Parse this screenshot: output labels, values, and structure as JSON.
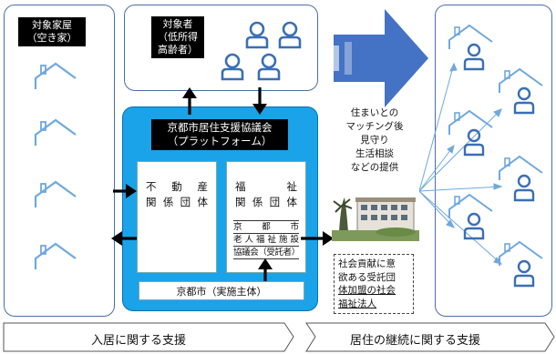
{
  "left_panel": {
    "title_line1": "対象家屋",
    "title_line2": "（空き家）"
  },
  "target_panel": {
    "title_line1": "対象者",
    "title_line2": "（低所得",
    "title_line3": "高齢者）"
  },
  "council": {
    "title_line1": "京都市居住支援協議会",
    "title_line2": "（プラットフォーム）"
  },
  "real_estate": {
    "line1": "不　動　産",
    "line2": "関 係 団 体"
  },
  "welfare": {
    "line1": "福　　　祉",
    "line2": "関 係 団 体"
  },
  "elderly_council": {
    "line1": "京　都　市",
    "line2": "老人福祉施設",
    "line3": "協議会（受託者）"
  },
  "city": {
    "label": "京都市（実施主体）"
  },
  "services": {
    "line1": "住まいとの",
    "line2": "マッチング後",
    "line3": "見守り",
    "line4": "生活相談",
    "line5": "などの提供"
  },
  "social_note": {
    "line1": "社会貢献に意",
    "line2": "欲ある受託団",
    "line3": "体加盟の社会",
    "line4": "福祉法人"
  },
  "banners": {
    "left": "入居に関する支援",
    "right": "居住の継続に関する支援"
  },
  "colors": {
    "council_blue": "#1aa3e8",
    "arrow_blue": "#4472c4",
    "icon_blue": "#3a6fb5",
    "house_blue": "#6fa8dc"
  }
}
